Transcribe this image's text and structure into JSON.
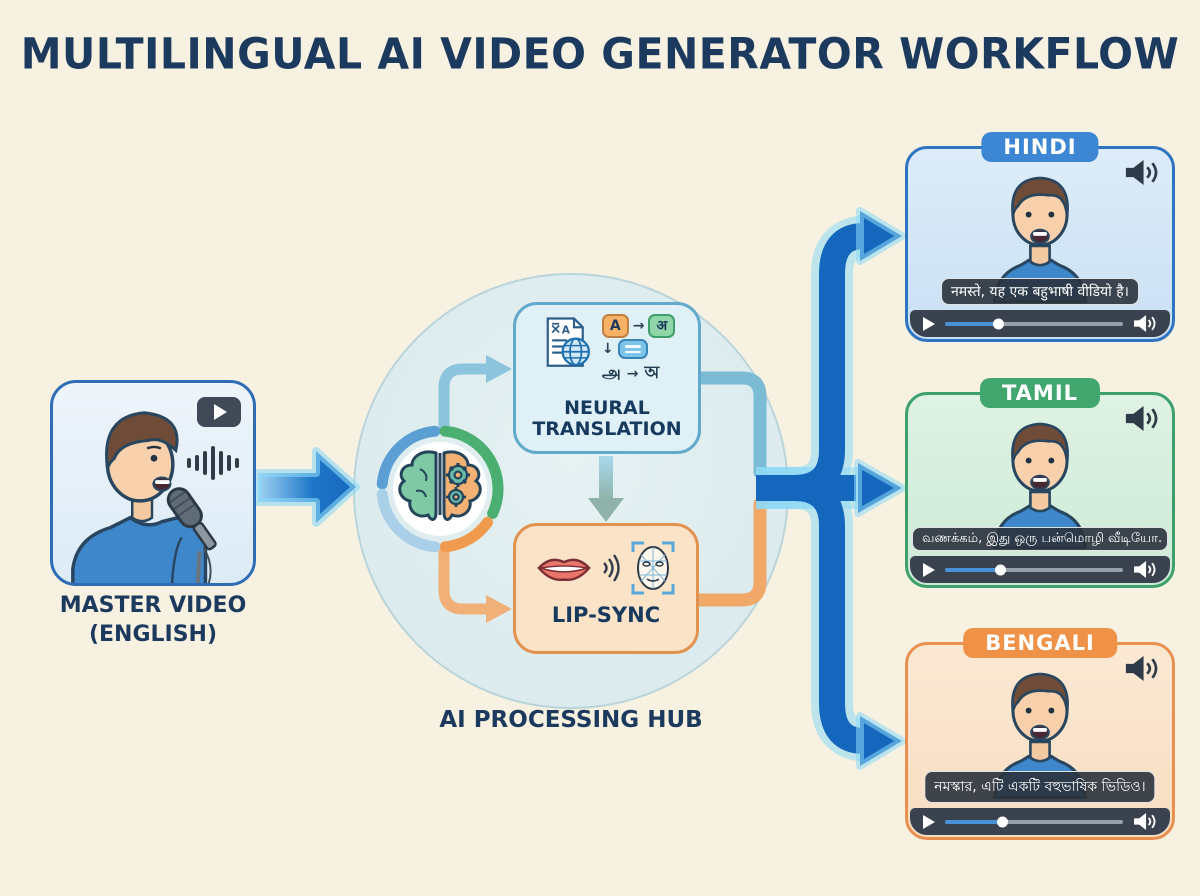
{
  "title": "MULTILINGUAL AI VIDEO GENERATOR WORKFLOW",
  "master": {
    "label_line1": "MASTER VIDEO",
    "label_line2": "(ENGLISH)",
    "icons": [
      "play-badge-icon",
      "sound-wave-icon",
      "microphone-icon",
      "speaker-person-illustration"
    ]
  },
  "hub": {
    "label": "AI PROCESSING HUB",
    "brain_icon": "ai-brain-with-gears-icon",
    "neural_label_1": "NEURAL",
    "neural_label_2": "TRANSLATION",
    "lipsync_label": "LIP-SYNC",
    "doc_glyph": "文A",
    "bubble_source": "A",
    "bubble_target": "अ",
    "script_from": "அ",
    "script_to": "অ",
    "arrow_right": "→",
    "arrow_down": "↓",
    "neural_icons": [
      "translate-document-globe-icon",
      "speech-bubble-icons"
    ],
    "lipsync_icons": [
      "lips-icon",
      "sound-wave-arcs-icon",
      "face-mesh-scan-icon"
    ]
  },
  "outputs": [
    {
      "id": "hindi",
      "tab": "HINDI",
      "subtitle": "नमस्ते, यह एक बहुभाषी वीडियो है।",
      "tab_color": "#3c86d3",
      "border_color": "#2f74c0",
      "bg_color": "#cfe3f4",
      "progress": 30
    },
    {
      "id": "tamil",
      "tab": "TAMIL",
      "subtitle": "வணக்கம், இது ஒரு பன்மொழி வீடியோ.",
      "tab_color": "#41a76f",
      "border_color": "#3da06a",
      "bg_color": "#d6eedd",
      "progress": 31
    },
    {
      "id": "bengali",
      "tab": "BENGALI",
      "subtitle": "নমস্কার, এটি একটি বহুভাষিক ভিডিও।",
      "tab_color": "#ef9146",
      "border_color": "#e89050",
      "bg_color": "#fae3cb",
      "progress": 32
    }
  ],
  "colors": {
    "background": "#f7f1e1",
    "title_text": "#1c3a5e",
    "flow_arrow": "#1566bd",
    "arrow_glow": "#8ed8f5",
    "player_bar": "#39424e",
    "neural_box_bg": "#dff0f7",
    "neural_box_border": "#63a9cc",
    "lipsync_box_bg": "#fbe3c8",
    "lipsync_box_border": "#e0924e",
    "hub_circle_bg": "#dcebee",
    "ring_blue": "#5b9fd4",
    "ring_green": "#4caf72",
    "ring_orange": "#f09a4e",
    "ring_pale": "#aacfe8"
  }
}
